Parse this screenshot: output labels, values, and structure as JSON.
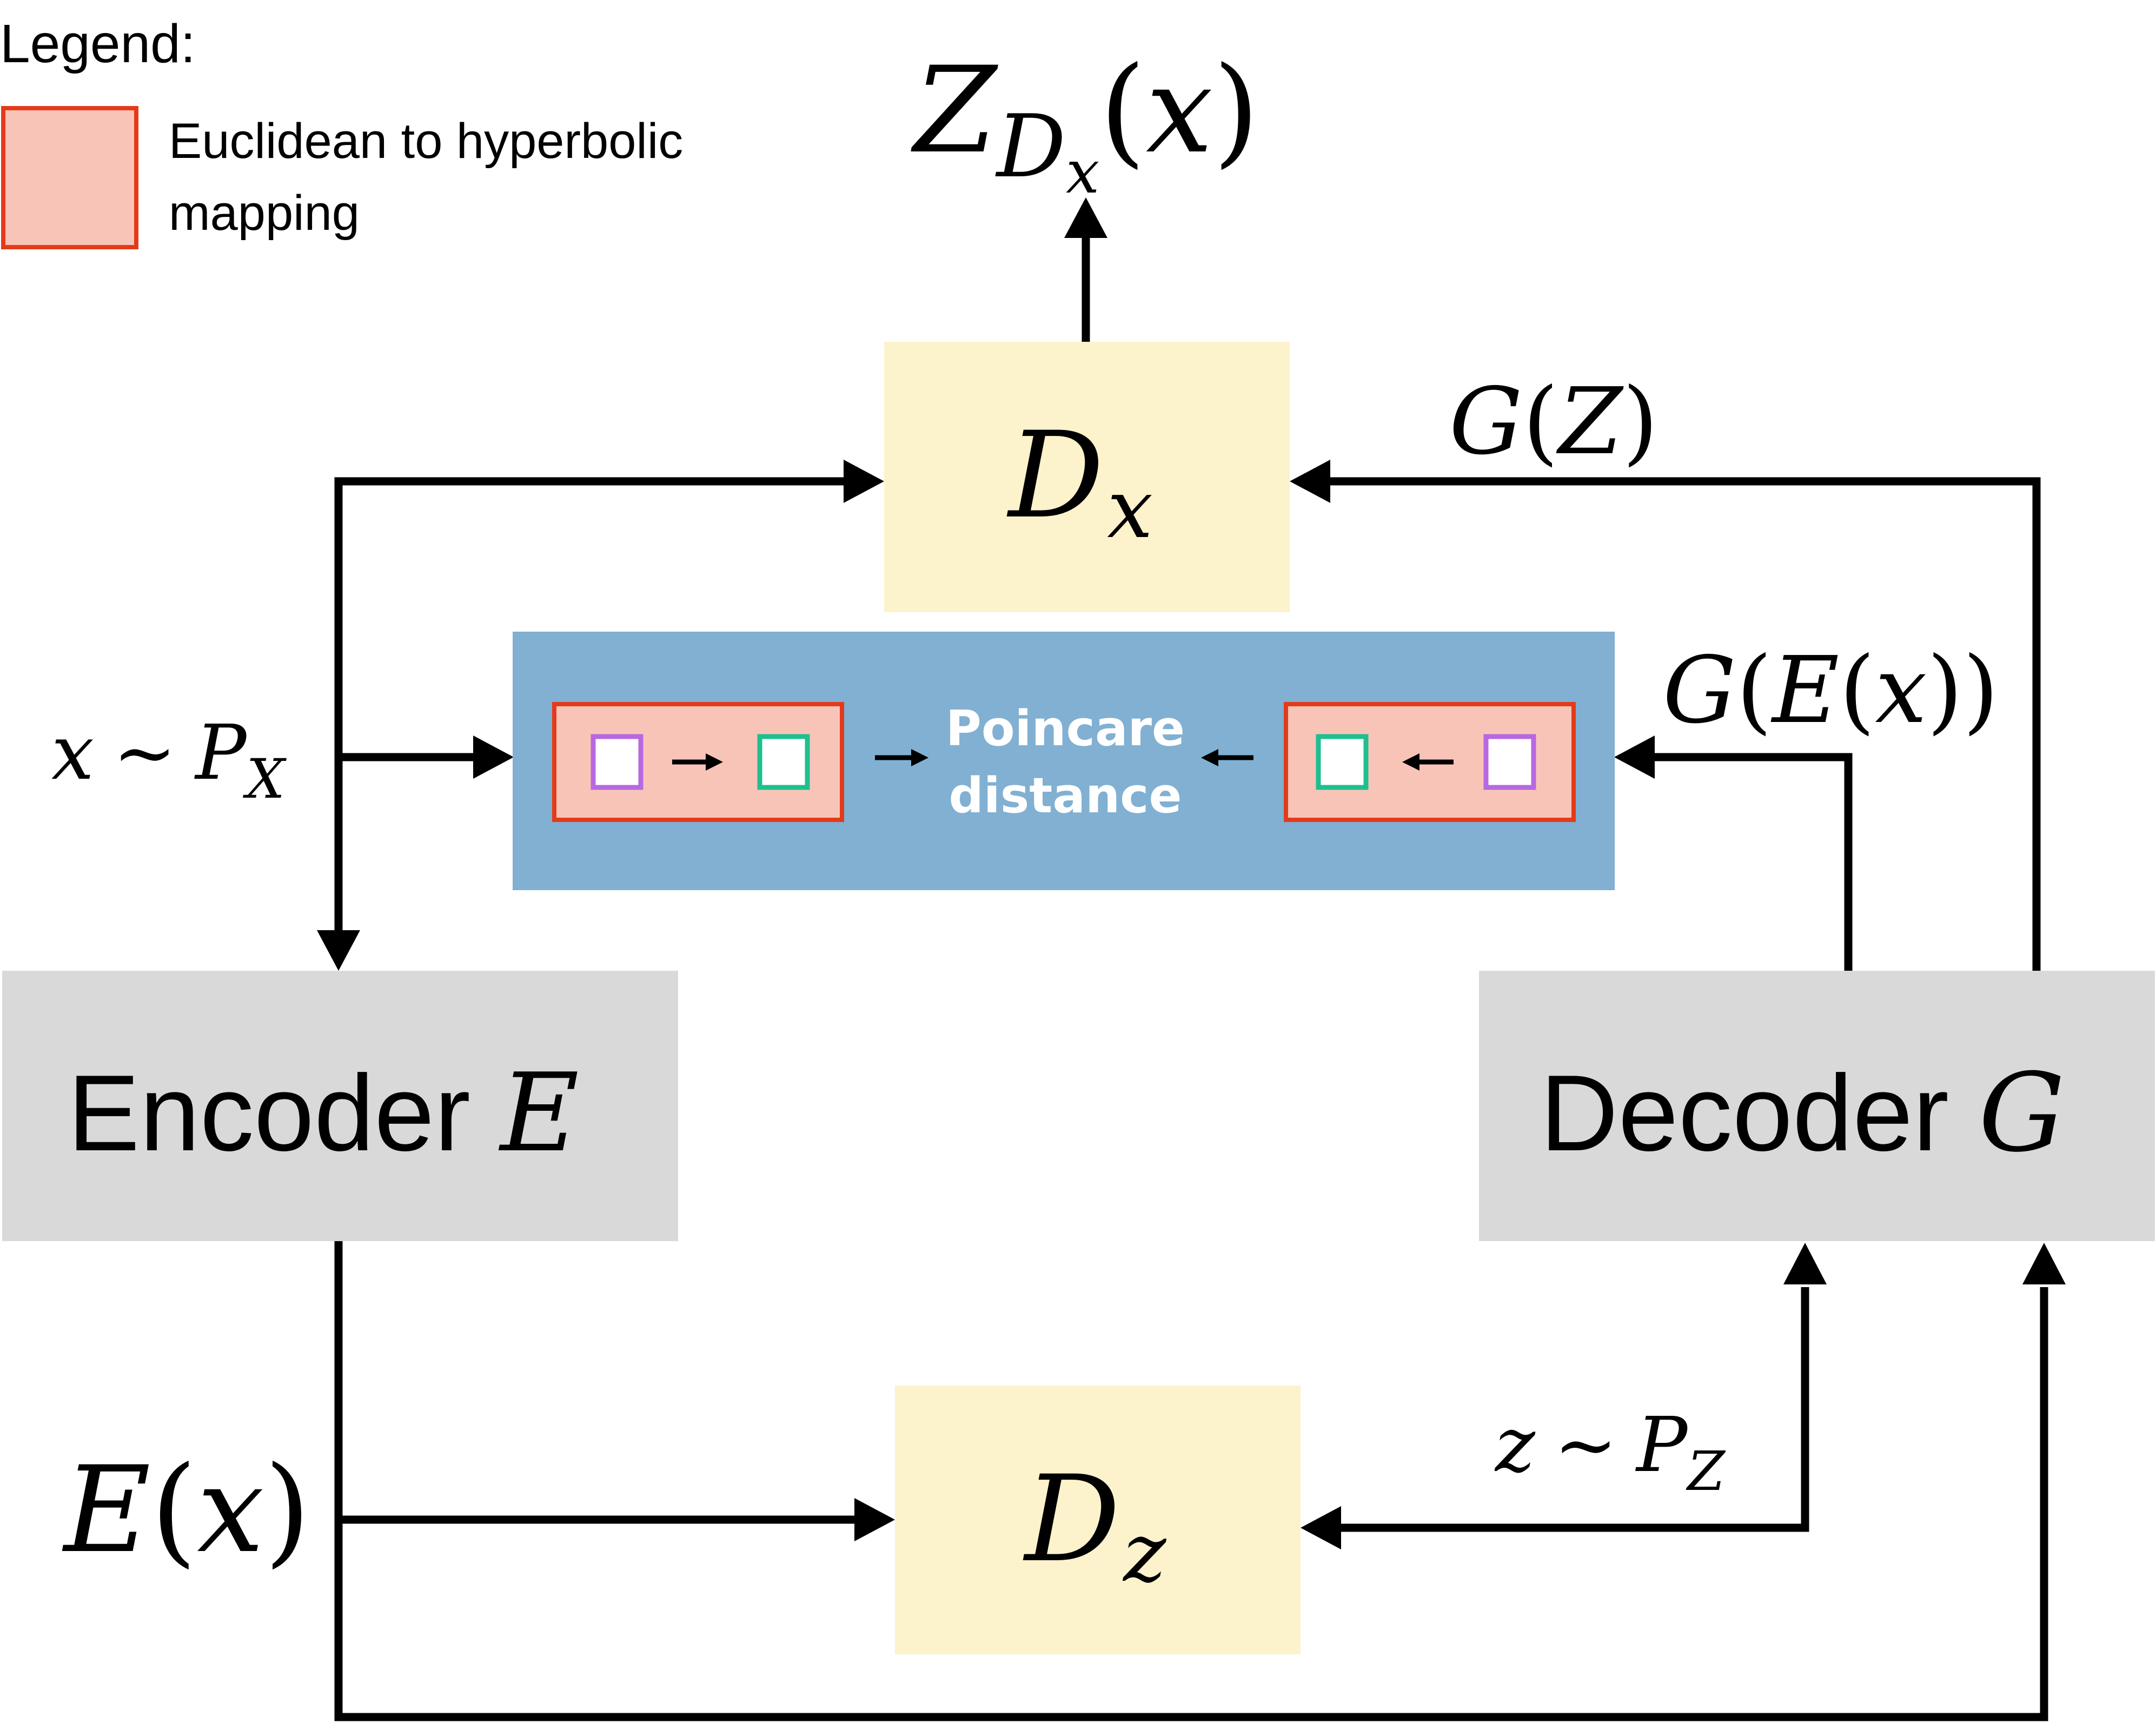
{
  "legend": {
    "title": "Legend:",
    "item_line1": "Euclidean to hyperbolic",
    "item_line2": "mapping",
    "swatch_fill": "#f9c4b8",
    "swatch_stroke": "#e33b1a"
  },
  "nodes": {
    "dx_label": "D",
    "dx_sub": "x",
    "dz_label": "D",
    "dz_sub": "z",
    "encoder_word": "Encoder",
    "encoder_symbol": "E",
    "decoder_word": "Decoder",
    "decoder_symbol": "G"
  },
  "poincare": {
    "line1": "Poincare",
    "line2": "distance"
  },
  "edge_labels": {
    "output_Z": "Z",
    "output_D": "D",
    "output_x_sub": "x",
    "output_paren_open": "(",
    "output_arg": "x",
    "output_paren_close": ")",
    "gz_G": "G",
    "gz_rest_open": "(",
    "gz_Z": "Z",
    "gz_rest_close": ")",
    "gex_G": "G",
    "gex_open1": "(",
    "gex_E": "E",
    "gex_open2": "(",
    "gex_x": "x",
    "gex_close": "))",
    "xpx_x": "x",
    "xpx_tilde": "∼",
    "xpx_P": "P",
    "xpx_sub": "X",
    "ex_E": "E",
    "ex_open": "(",
    "ex_x": "x",
    "ex_close": ")",
    "zpz_z": "z",
    "zpz_tilde": "∼",
    "zpz_P": "P",
    "zpz_sub": "Z"
  },
  "colors": {
    "discriminator_fill": "#fcf2cc",
    "module_fill": "#d9d9d9",
    "poincare_fill": "#81b0d2",
    "mapping_fill": "#f9c4b8",
    "mapping_stroke": "#e33b1a",
    "euclid_square": "#b868e0",
    "hyper_square": "#1fbf8f",
    "arrow": "#000000"
  }
}
